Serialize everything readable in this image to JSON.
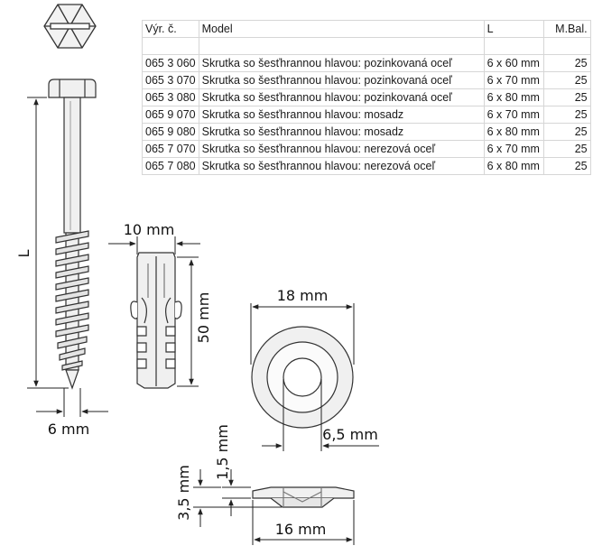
{
  "table": {
    "headers": {
      "code": "Výr. č.",
      "model": "Model",
      "length": "L",
      "pack": "M.Bal."
    },
    "rows": [
      {
        "code": "065 3 060",
        "model": "Skrutka so šesťhrannou hlavou: pozinkovaná oceľ",
        "length": "6 x 60 mm",
        "pack": "25"
      },
      {
        "code": "065 3 070",
        "model": "Skrutka so šesťhrannou hlavou: pozinkovaná oceľ",
        "length": "6 x 70 mm",
        "pack": "25"
      },
      {
        "code": "065 3 080",
        "model": "Skrutka so šesťhrannou hlavou: pozinkovaná oceľ",
        "length": "6 x 80 mm",
        "pack": "25"
      },
      {
        "code": "065 9 070",
        "model": "Skrutka so šesťhrannou hlavou: mosadz",
        "length": "6 x 70 mm",
        "pack": "25"
      },
      {
        "code": "065 9 080",
        "model": "Skrutka so šesťhrannou hlavou: mosadz",
        "length": "6 x 80 mm",
        "pack": "25"
      },
      {
        "code": "065 7 070",
        "model": "Skrutka so šesťhrannou hlavou: nerezová oceľ",
        "length": "6 x 70 mm",
        "pack": "25"
      },
      {
        "code": "065 7 080",
        "model": "Skrutka so šesťhrannou hlavou: nerezová oceľ",
        "length": "6 x 80 mm",
        "pack": "25"
      }
    ]
  },
  "dimensions": {
    "screw_length": "L",
    "screw_diameter": "6 mm",
    "plug_width": "10 mm",
    "plug_length": "50 mm",
    "washer_inner_top": "18 mm",
    "washer_hole": "6,5 mm",
    "washer_thickness_top": "1,5 mm",
    "washer_thickness_total": "3,5 mm",
    "washer_outer": "16 mm"
  }
}
